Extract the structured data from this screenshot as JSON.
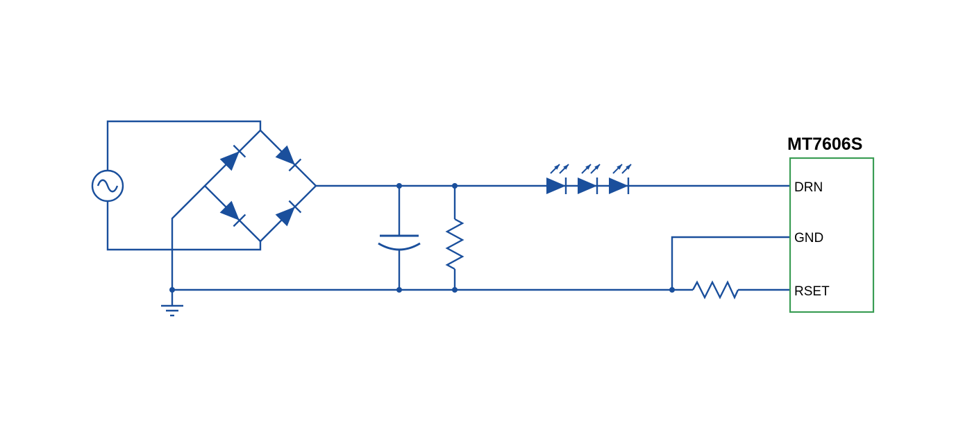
{
  "diagram": {
    "type": "circuit-schematic",
    "components": [
      "ac-source",
      "bridge-rectifier",
      "filter-capacitor",
      "parallel-resistor",
      "led-string",
      "rset-resistor",
      "ground"
    ]
  },
  "ic": {
    "title": "MT7606S",
    "pins": [
      {
        "label": "DRN"
      },
      {
        "label": "GND"
      },
      {
        "label": "RSET"
      }
    ]
  },
  "colors": {
    "wire": "#1a4f9c",
    "ic_border": "#3a9d54",
    "label_text": "#000000",
    "background": "#ffffff"
  }
}
